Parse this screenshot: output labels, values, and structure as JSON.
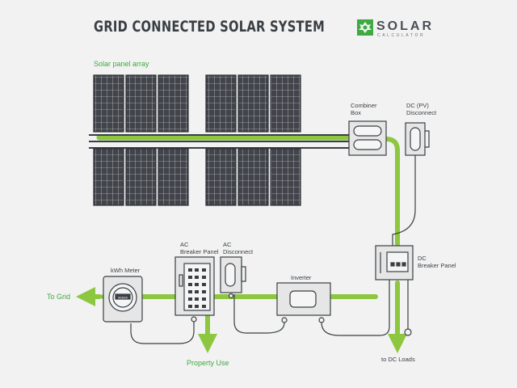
{
  "title": "GRID CONNECTED SOLAR SYSTEM",
  "logo": {
    "name": "SOLAR",
    "tagline": "CALCULATOR"
  },
  "labels": {
    "array": "Solar panel array",
    "combiner": [
      "Combiner",
      "Box"
    ],
    "dc_disconnect": [
      "DC (PV)",
      "Disconnect"
    ],
    "ac_breaker": [
      "AC",
      "Breaker Panel"
    ],
    "ac_disconnect": [
      "AC",
      "Disconnect"
    ],
    "kwh_meter": "kWh Meter",
    "inverter": "Inverter",
    "dc_breaker": [
      "DC",
      "Breaker Panel"
    ],
    "to_grid": "To Grid",
    "property_use": "Property Use",
    "dc_loads": "to DC Loads",
    "meter_display": "00000"
  },
  "colors": {
    "accent": "#8dc63f",
    "dark": "#3a3f44",
    "panel": "#3d4147",
    "green_text": "#3fa942"
  }
}
